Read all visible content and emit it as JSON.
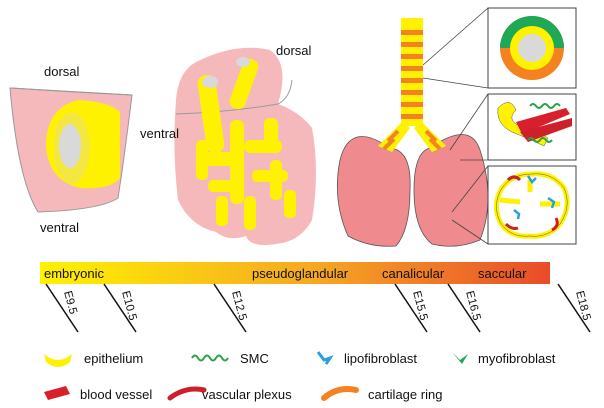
{
  "panels": {
    "early": {
      "dorsal": "dorsal",
      "ventral": "ventral"
    },
    "mid": {
      "dorsal": "dorsal",
      "ventral": "ventral"
    }
  },
  "colors": {
    "epithelium": "#fff200",
    "mesenchyme": "#f6b9bb",
    "lung": "#ef8a8f",
    "lumen": "#d9d9d9",
    "cartilage": "#f58220",
    "myofibroblast": "#1fa855",
    "smc": "#2ca34a",
    "lipofibroblast": "#2a9fd8",
    "blood_vessel": "#d8202c",
    "vascular_plexus": "#cf1f2a"
  },
  "timeline": {
    "stages": [
      "embryonic",
      "pseudoglandular",
      "canalicular",
      "saccular"
    ],
    "ticks": [
      "E9.5",
      "E10.5",
      "E12.5",
      "E15.5",
      "E16.5",
      "E18.5"
    ],
    "gradient": [
      "#fff200",
      "#f5a623",
      "#e94b2a"
    ]
  },
  "legend": [
    {
      "label": "epithelium",
      "icon": "epithelium-icon"
    },
    {
      "label": "SMC",
      "icon": "smc-icon"
    },
    {
      "label": "lipofibroblast",
      "icon": "lipofibroblast-icon"
    },
    {
      "label": "myofibroblast",
      "icon": "myofibroblast-icon"
    },
    {
      "label": "blood vessel",
      "icon": "blood-vessel-icon"
    },
    {
      "label": "vascular plexus",
      "icon": "vascular-plexus-icon"
    },
    {
      "label": "cartilage ring",
      "icon": "cartilage-ring-icon"
    }
  ]
}
